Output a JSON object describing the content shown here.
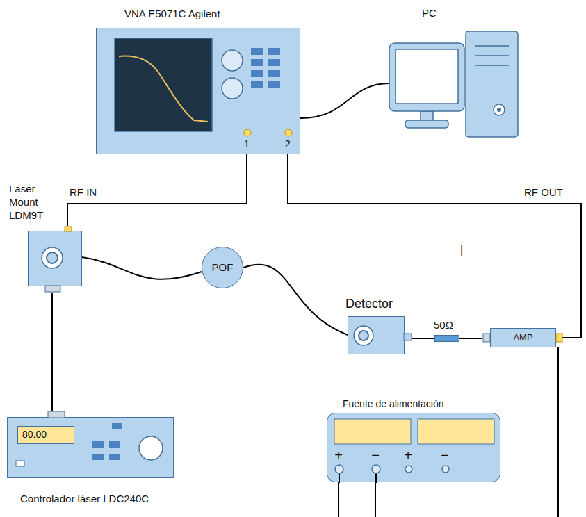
{
  "diagram": {
    "nodes": [
      {
        "text": [
          "VNA E5071C Agilent"
        ]
      },
      {
        "text": [
          "PC"
        ]
      },
      {
        "text": [
          "Laser Mount LDM9T"
        ]
      },
      {
        "text": [
          "POF"
        ]
      },
      {
        "text": [
          "Detector"
        ]
      },
      {
        "text": [
          "50Ω"
        ]
      },
      {
        "text": [
          "AMP"
        ]
      },
      {
        "text": [
          "Fuente de alimentación"
        ]
      },
      {
        "text": [
          "80.00",
          "Controlador láser LDC240C"
        ]
      }
    ],
    "edges": [
      {
        "from": 0,
        "to": 1,
        "arrow": "none"
      },
      {
        "from": 0,
        "to": 2,
        "label": "RF IN",
        "arrow": "none"
      },
      {
        "from": 0,
        "to": 6,
        "label": "RF OUT",
        "arrow": "none"
      },
      {
        "from": 2,
        "to": 3,
        "arrow": "none"
      },
      {
        "from": 3,
        "to": 4,
        "arrow": "none"
      },
      {
        "from": 4,
        "to": 5,
        "arrow": "none"
      },
      {
        "from": 5,
        "to": 6,
        "arrow": "none"
      },
      {
        "from": 2,
        "to": 8,
        "arrow": "none"
      }
    ],
    "labels": [
      "1",
      "2",
      "|",
      "+",
      "−",
      "+",
      "−"
    ]
  }
}
